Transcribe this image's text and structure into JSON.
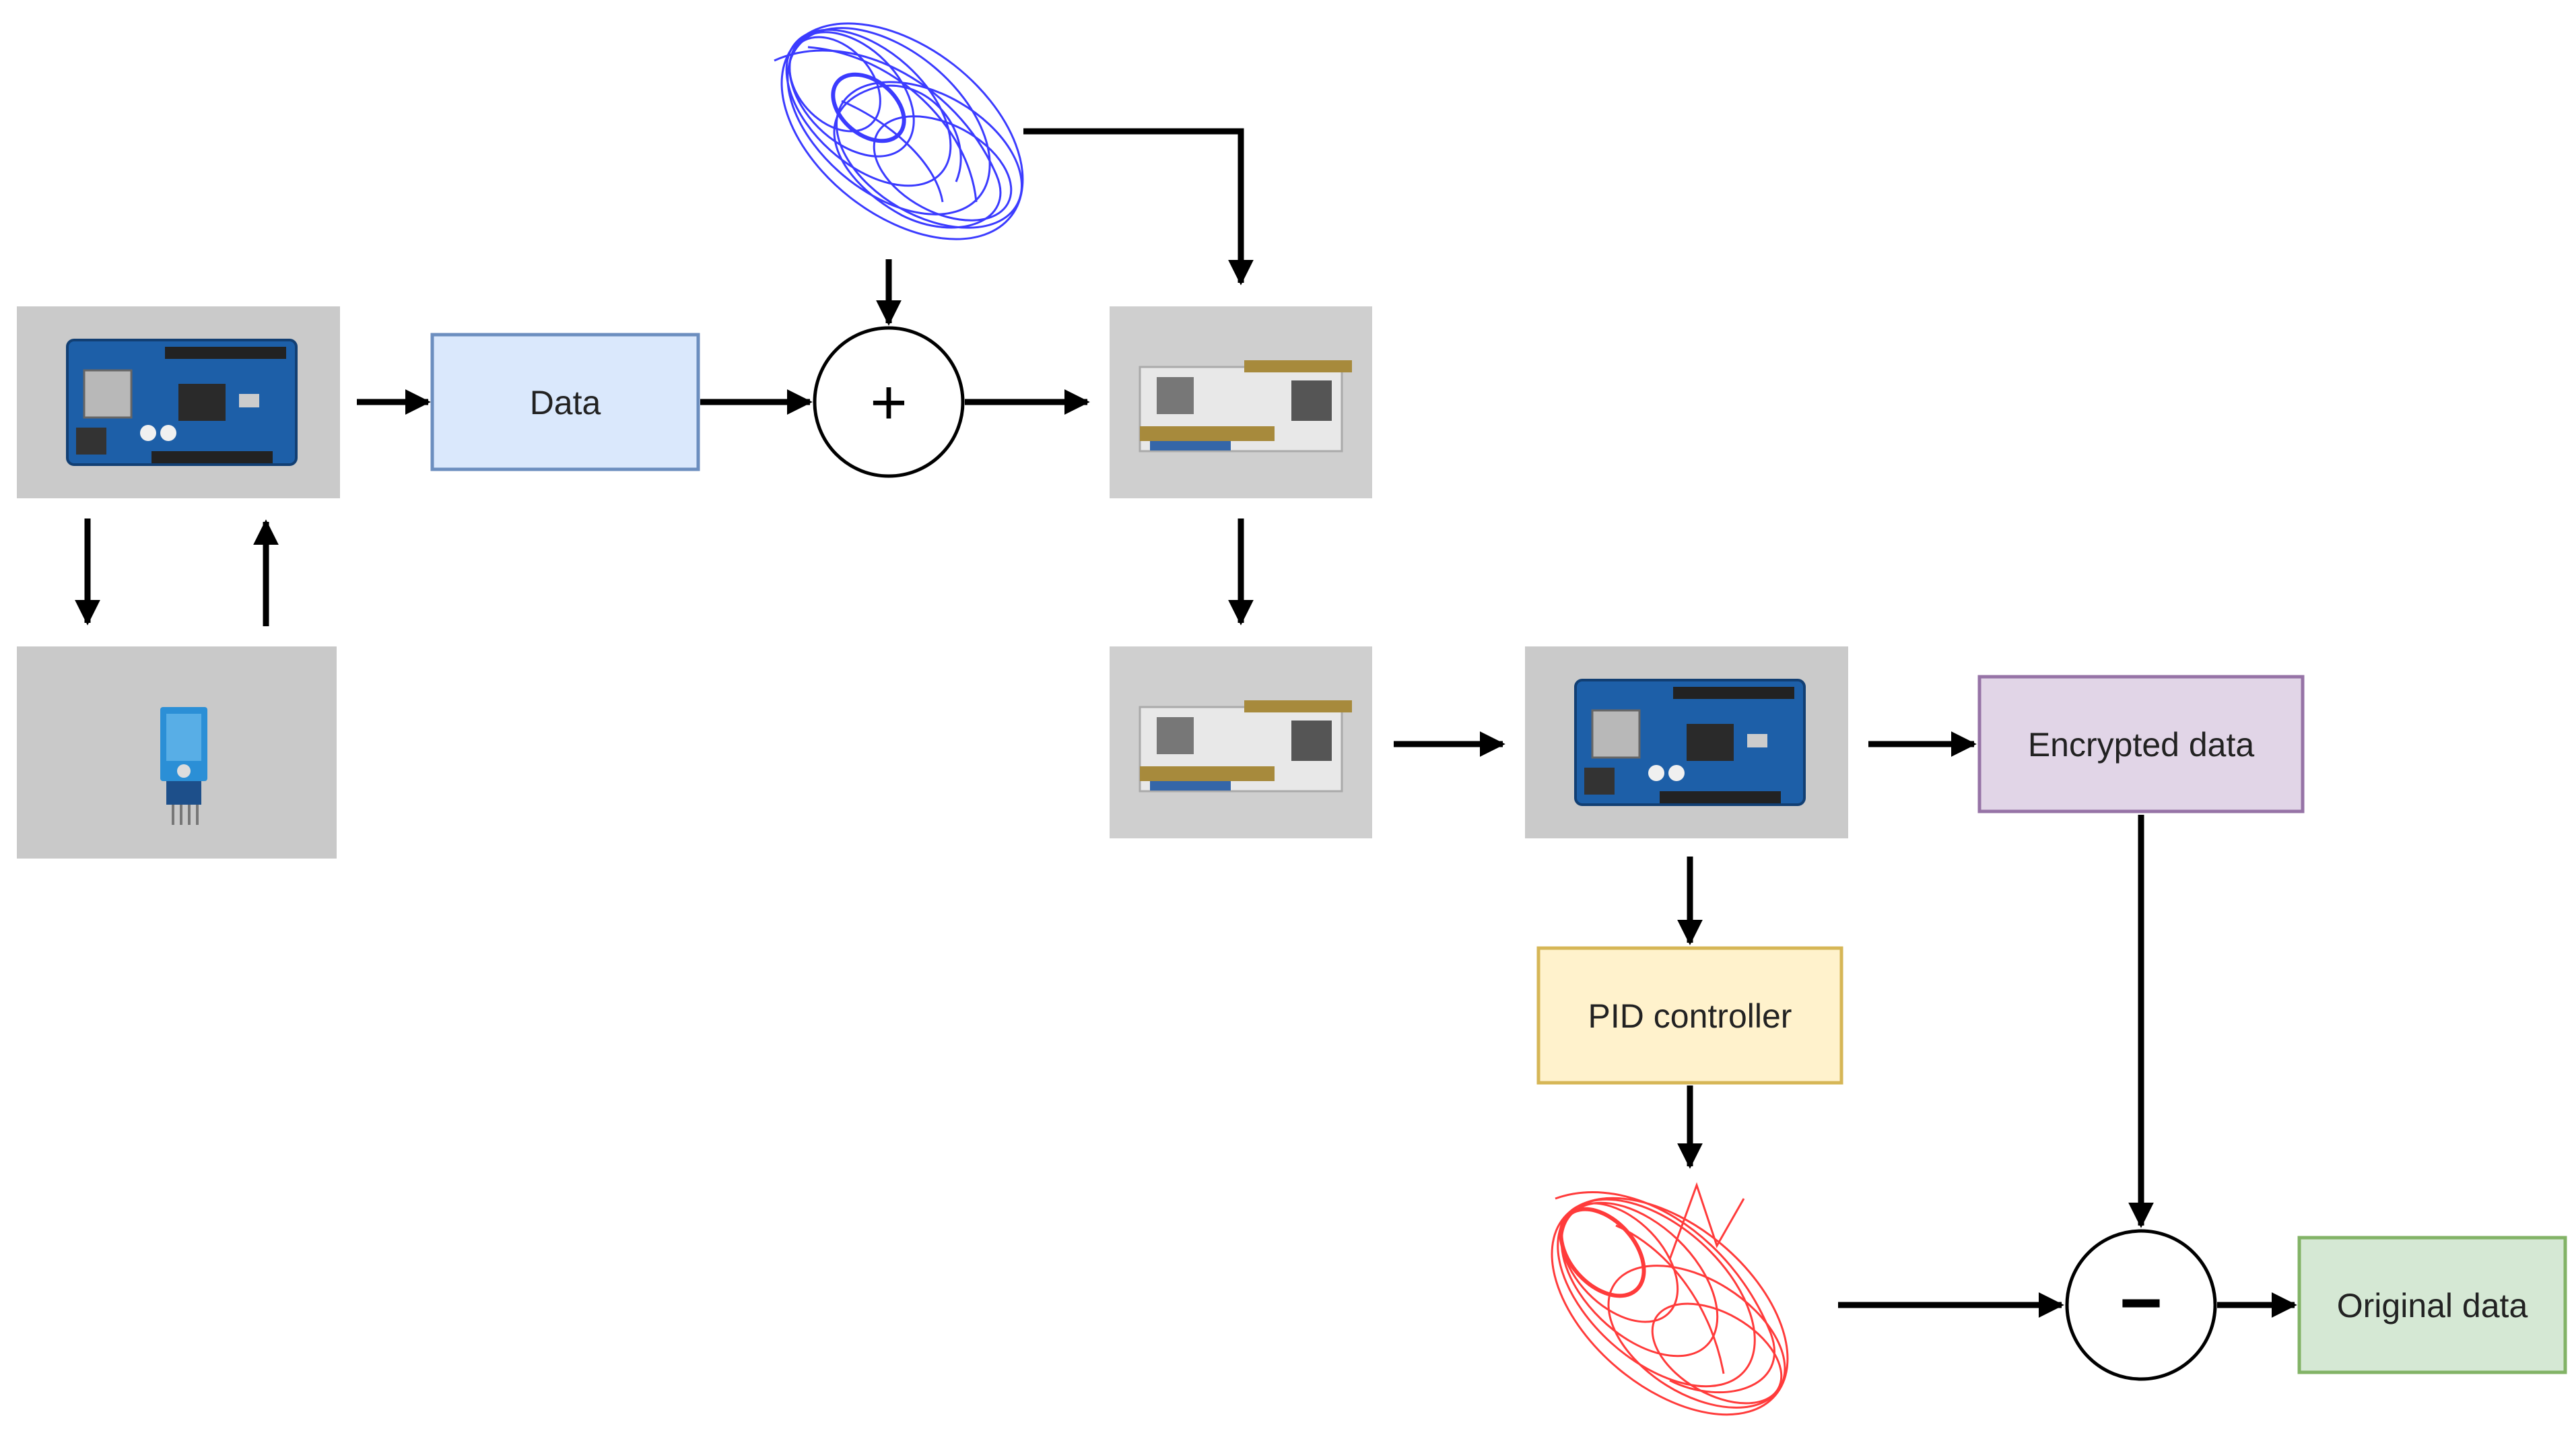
{
  "nodes": {
    "data_box": {
      "label": "Data",
      "fill": "#dae8fc",
      "stroke": "#6c8ebf"
    },
    "encrypted_box": {
      "label": "Encrypted data",
      "fill": "#e1d5e7",
      "stroke": "#9673a6"
    },
    "pid_box": {
      "label": "PID controller",
      "fill": "#fff2cc",
      "stroke": "#d6b656"
    },
    "original_box": {
      "label": "Original data",
      "fill": "#d5e8d4",
      "stroke": "#82b366"
    },
    "sum_junction": {
      "symbol": "+"
    },
    "difference_junction": {
      "symbol": "−"
    }
  },
  "photos": {
    "arduino_transmitter": "arduino-uno-board",
    "dht_sensor": "dht11-sensor",
    "rf_transmitter_module": "rf-module",
    "rf_receiver_module": "rf-module",
    "arduino_receiver": "arduino-uno-board"
  },
  "attractors": {
    "master": {
      "icon": "chaotic-attractor-blue",
      "color": "#1a1aff"
    },
    "slave": {
      "icon": "chaotic-attractor-red",
      "color": "#ff1a1a"
    }
  },
  "colors": {
    "arrow": "#000000",
    "photo_bg": "#c9c9c9",
    "board_blue": "#1d5fa8"
  }
}
